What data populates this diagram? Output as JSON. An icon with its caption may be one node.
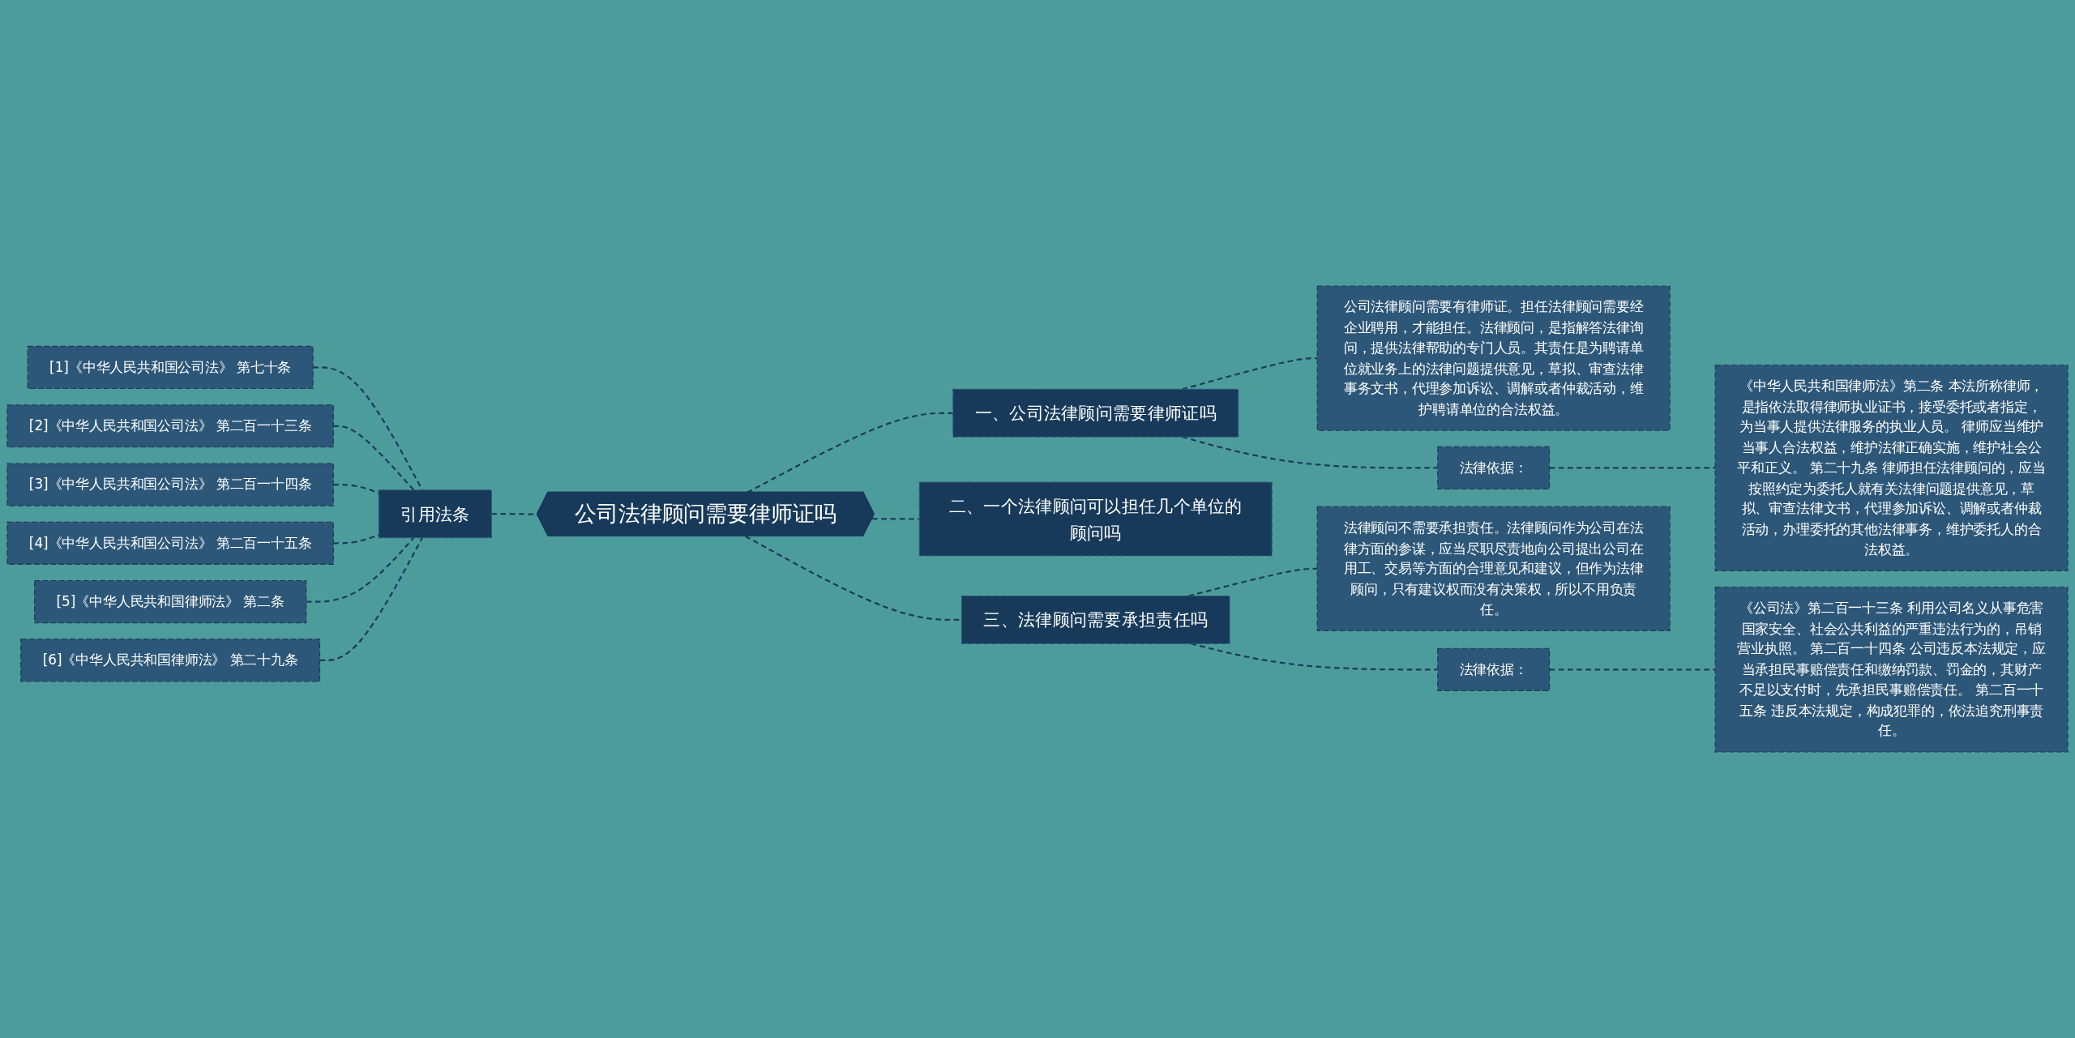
{
  "diagram": {
    "nodes": [
      {
        "text": [
          "公司法律顾问需要律师证吗"
        ]
      },
      {
        "text": [
          "一、公司法律顾问需要律师证吗"
        ]
      },
      {
        "text": [
          "公司法律顾问需要有律师证。担任法律顾问需要经企业聘用，才能担任。法律顾问，是指解答法律询问，提供法律帮助的专门人员。其责任是为聘请单位就业务上的法律问题提供意见，草拟、审查法律事务文书，代理参加诉讼、调解或者仲裁活动，维护聘请单位的合法权益。"
        ]
      },
      {
        "text": [
          "法律依据："
        ]
      },
      {
        "text": [
          "《中华人民共和国律师法》第二条 本法所称律师，是指依法取得律师执业证书，接受委托或者指定，为当事人提供法律服务的执业人员。 律师应当维护当事人合法权益，维护法律正确实施，维护社会公平和正义。 第二十九条 律师担任法律顾问的，应当按照约定为委托人就有关法律问题提供意见，草拟、审查法律文书，代理参加诉讼、调解或者仲裁活动，办理委托的其他法律事务，维护委托人的合法权益。"
        ]
      },
      {
        "text": [
          "二、一个法律顾问可以担任几个单位的顾问吗"
        ]
      },
      {
        "text": [
          "引用法条"
        ]
      },
      {
        "text": [
          "[1]《中华人民共和国公司法》 第七十条"
        ]
      },
      {
        "text": [
          "[2]《中华人民共和国公司法》 第二百一十三条"
        ]
      },
      {
        "text": [
          "[3]《中华人民共和国公司法》 第二百一十四条"
        ]
      },
      {
        "text": [
          "[4]《中华人民共和国公司法》 第二百一十五条"
        ]
      },
      {
        "text": [
          "[5]《中华人民共和国律师法》 第二条"
        ]
      },
      {
        "text": [
          "[6]《中华人民共和国律师法》 第二十九条"
        ]
      },
      {
        "text": [
          "三、法律顾问需要承担责任吗"
        ]
      },
      {
        "text": [
          "法律顾问不需要承担责任。法律顾问作为公司在法律方面的参谋，应当尽职尽责地向公司提出公司在用工、交易等方面的合理意见和建议，但作为法律顾问，只有建议权而没有决策权，所以不用负责任。"
        ]
      },
      {
        "text": [
          "法律依据："
        ]
      },
      {
        "text": [
          "《公司法》第二百一十三条 利用公司名义从事危害国家安全、社会公共利益的严重违法行为的，吊销营业执照。 第二百一十四条 公司违反本法规定，应当承担民事赔偿责任和缴纳罚款、罚金的，其财产不足以支付时，先承担民事赔偿责任。 第二百一十五条 违反本法规定，构成犯罪的，依法追究刑事责任。"
        ]
      }
    ],
    "edges": [
      {
        "from": 0,
        "to": 1,
        "arrow": "none",
        "style": "dashed"
      },
      {
        "from": 1,
        "to": 2,
        "arrow": "none",
        "style": "dashed"
      },
      {
        "from": 1,
        "to": 3,
        "arrow": "none",
        "style": "dashed"
      },
      {
        "from": 3,
        "to": 4,
        "arrow": "none",
        "style": "dashed"
      },
      {
        "from": 0,
        "to": 5,
        "arrow": "none",
        "style": "dashed"
      },
      {
        "from": 0,
        "to": 6,
        "arrow": "none",
        "style": "dashed"
      },
      {
        "from": 6,
        "to": 7,
        "arrow": "none",
        "style": "dashed"
      },
      {
        "from": 6,
        "to": 8,
        "arrow": "none",
        "style": "dashed"
      },
      {
        "from": 6,
        "to": 9,
        "arrow": "none",
        "style": "dashed"
      },
      {
        "from": 6,
        "to": 10,
        "arrow": "none",
        "style": "dashed"
      },
      {
        "from": 6,
        "to": 11,
        "arrow": "none",
        "style": "dashed"
      },
      {
        "from": 6,
        "to": 12,
        "arrow": "none",
        "style": "dashed"
      },
      {
        "from": 0,
        "to": 13,
        "arrow": "none",
        "style": "dashed"
      },
      {
        "from": 13,
        "to": 14,
        "arrow": "none",
        "style": "dashed"
      },
      {
        "from": 13,
        "to": 15,
        "arrow": "none",
        "style": "dashed"
      },
      {
        "from": 15,
        "to": 16,
        "arrow": "none",
        "style": "dashed"
      }
    ]
  }
}
